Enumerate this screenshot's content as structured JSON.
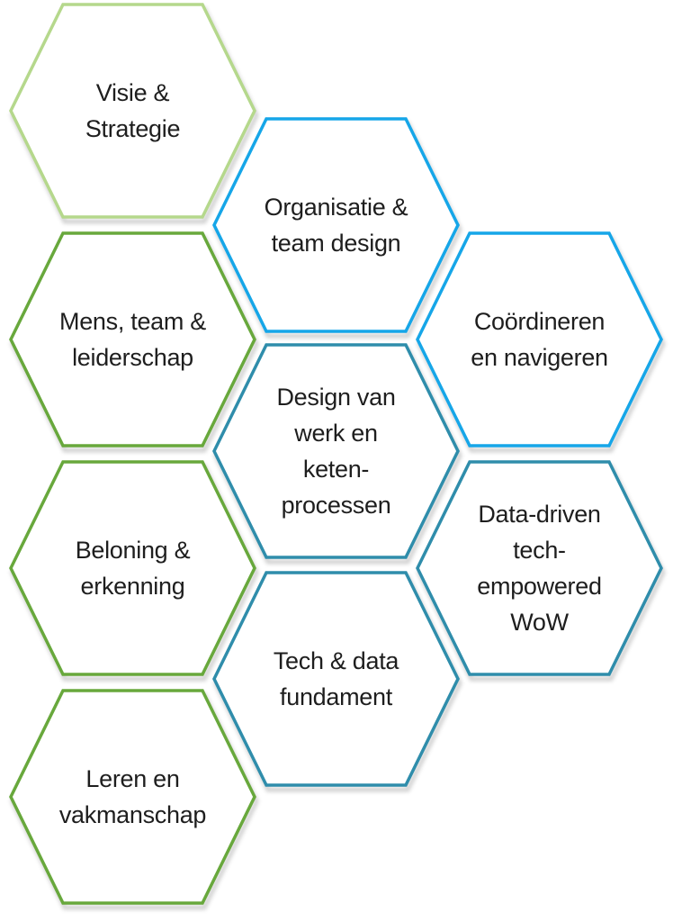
{
  "diagram": {
    "hexagons": [
      {
        "id": "h1",
        "label": "Visie & Strategie",
        "lines": [
          "Visie &",
          "Strategie"
        ],
        "color": "#b5d88c"
      },
      {
        "id": "h2",
        "label": "Mens, team & leiderschap",
        "lines": [
          "Mens, team &",
          "leiderschap"
        ],
        "color": "#68a83c"
      },
      {
        "id": "h3",
        "label": "Beloning & erkenning",
        "lines": [
          "Beloning &",
          "erkenning"
        ],
        "color": "#68a83c"
      },
      {
        "id": "h4",
        "label": "Leren en vakmanschap",
        "lines": [
          "Leren en",
          "vakmanschap"
        ],
        "color": "#68a83c"
      },
      {
        "id": "h5",
        "label": "Organisatie & team design",
        "lines": [
          "Organisatie &",
          "team design"
        ],
        "color": "#16a6e8"
      },
      {
        "id": "h6",
        "label": "Design van werk en keten-processen",
        "lines": [
          "Design van",
          "werk en",
          "keten-",
          "processen"
        ],
        "color": "#2f8dab"
      },
      {
        "id": "h7",
        "label": "Tech & data fundament",
        "lines": [
          "Tech & data",
          "fundament"
        ],
        "color": "#2f8dab"
      },
      {
        "id": "h8",
        "label": "Coördineren en navigeren",
        "lines": [
          "Coördineren",
          "en navigeren"
        ],
        "color": "#16a6e8"
      },
      {
        "id": "h9",
        "label": "Data-driven tech-empowered WoW",
        "lines": [
          "Data-driven",
          "tech-",
          "empowered",
          "WoW"
        ],
        "color": "#2f8dab"
      }
    ]
  }
}
